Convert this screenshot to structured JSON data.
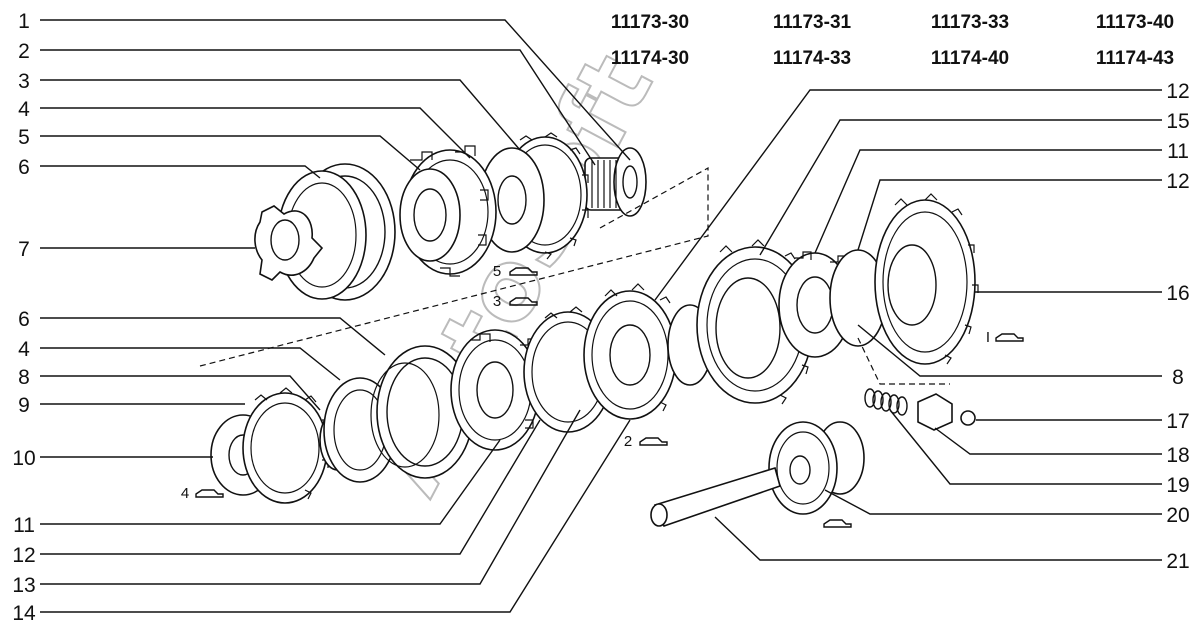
{
  "models": {
    "row1": [
      "11173-30",
      "11173-31",
      "11173-33",
      "11173-40"
    ],
    "row2": [
      "11174-30",
      "11174-33",
      "11174-40",
      "11174-43"
    ]
  },
  "callouts_left": [
    "1",
    "2",
    "3",
    "4",
    "5",
    "6",
    "7",
    "6",
    "4",
    "8",
    "9",
    "10",
    "11",
    "12",
    "13",
    "14"
  ],
  "callouts_right": [
    "12",
    "15",
    "11",
    "12",
    "16",
    "8",
    "17",
    "18",
    "19",
    "20",
    "21"
  ],
  "gear_markers": [
    "5",
    "3",
    "2",
    "4",
    "I"
  ],
  "watermark": "AutoSoft",
  "colors": {
    "line": "#111111",
    "background": "#ffffff",
    "watermark": "#bbbbbb"
  }
}
